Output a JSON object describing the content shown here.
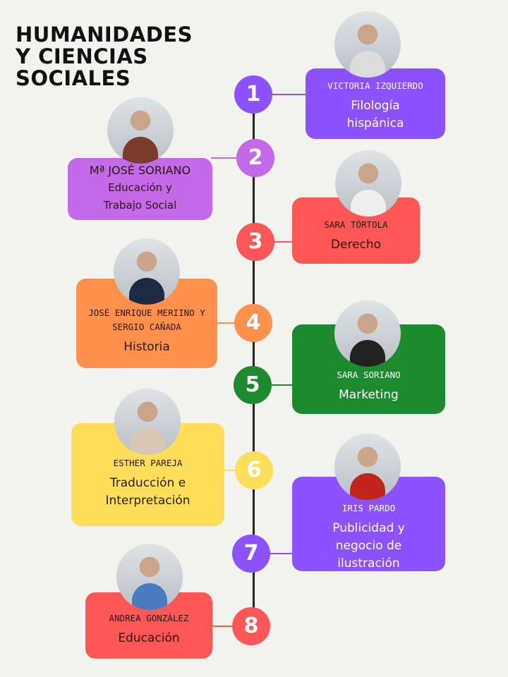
{
  "title": [
    "HUMANIDADES",
    "Y CIENCIAS",
    "SOCIALES"
  ],
  "items": [
    {
      "number": "1",
      "name": "VICTORIA IZQUIERDO",
      "field": "Filología hispánica",
      "color": "#8c52ff"
    },
    {
      "number": "2",
      "name": "Mª JOSÉ SORIANO",
      "field": "Educación y Trabajo Social",
      "color": "#c46ae8"
    },
    {
      "number": "3",
      "name": "SARA TÓRTOLA",
      "field": "Derecho",
      "color": "#ff5757"
    },
    {
      "number": "4",
      "name": "JOSÉ ENRIQUE MERIINO Y SERGIO CAÑADA",
      "field": "Historia",
      "color": "#ff914d"
    },
    {
      "number": "5",
      "name": "SARA SORIANO",
      "field": "Marketing",
      "color": "#1d8a2f"
    },
    {
      "number": "6",
      "name": "ESTHER PAREJA",
      "field": "Traducción e Interpretación",
      "color": "#ffde59"
    },
    {
      "number": "7",
      "name": "IRIS PARDO",
      "field": "Publicidad y negocio de ilustración",
      "color": "#8c52ff"
    },
    {
      "number": "8",
      "name": "ANDREA GONZÁLEZ",
      "field": "Educación",
      "color": "#ff5757"
    }
  ]
}
